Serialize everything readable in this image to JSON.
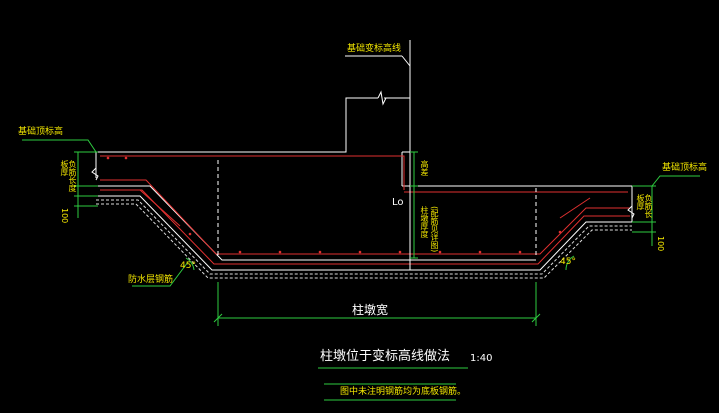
{
  "drawing": {
    "labels": {
      "foundation_change_line": "基础变标高线",
      "top_left": "基础顶标高",
      "top_right": "基础顶标高",
      "waterproof": "防水层钢筋",
      "lo": "Lo",
      "width": "柱墩宽",
      "angle_left": "45°",
      "angle_right": "45°",
      "dim_100_left": "100",
      "dim_100_right": "100",
      "left_v1": "板厚",
      "left_v2": "负筋长度",
      "right_v1": "板厚",
      "right_v2": "负筋长",
      "center_v1": "高差",
      "center_v2": "柱墩厚度",
      "center_v3": "(配筋见详图)"
    },
    "title": "柱墩位于变标高线做法",
    "scale": "1:40",
    "note": "图中未注明钢筋均为底板钢筋。"
  },
  "colors": {
    "structure": "#ffffff",
    "rebar": "#e03030",
    "dimension": "#2ecc40",
    "text": "#f2e600"
  }
}
